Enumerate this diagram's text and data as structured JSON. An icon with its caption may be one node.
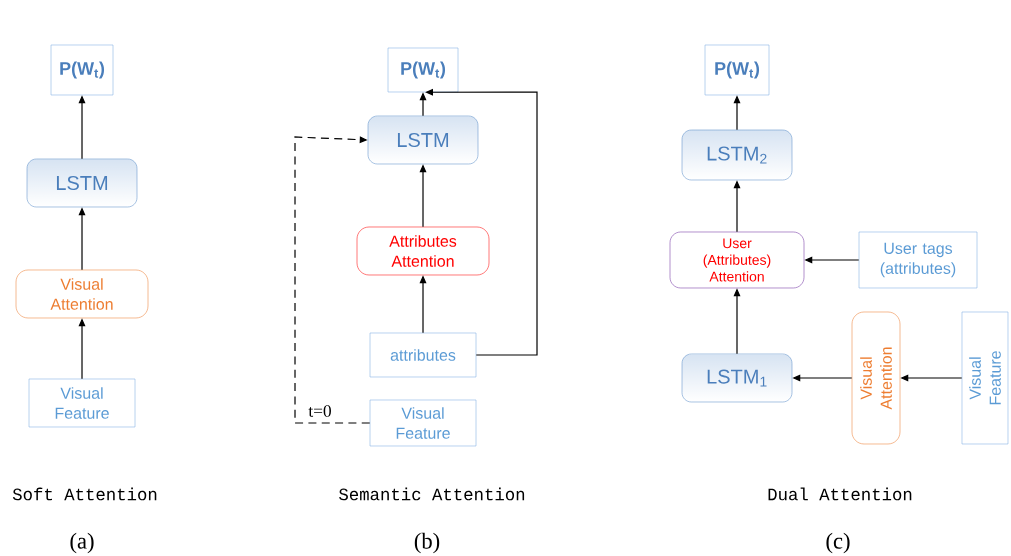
{
  "diagram": {
    "nodes": [
      {
        "text": [
          "P(W$_{t}$)"
        ]
      },
      {
        "text": [
          "LSTM"
        ]
      },
      {
        "text": [
          "Visual Attention"
        ]
      },
      {
        "text": [
          "Visual Feature"
        ]
      },
      {
        "text": [
          "P(W$_{t}$)"
        ]
      },
      {
        "text": [
          "LSTM"
        ]
      },
      {
        "text": [
          "Attributes Attention"
        ]
      },
      {
        "text": [
          "attributes"
        ]
      },
      {
        "text": [
          "Visual Feature"
        ]
      },
      {
        "text": [
          "P(W$_{t}$)"
        ]
      },
      {
        "text": [
          "LSTM$_{2}$"
        ]
      },
      {
        "text": [
          "User (Attributes) Attention"
        ]
      },
      {
        "text": [
          "User tags (attributes)"
        ]
      },
      {
        "text": [
          "LSTM$_{1}$"
        ]
      },
      {
        "text": [
          "Visual Attention"
        ]
      },
      {
        "text": [
          "Visual Feature"
        ]
      }
    ],
    "edges": [
      {
        "from": 3,
        "to": 2,
        "arrow": "to"
      },
      {
        "from": 2,
        "to": 1,
        "arrow": "to"
      },
      {
        "from": 1,
        "to": 0,
        "arrow": "to"
      },
      {
        "from": 5,
        "to": 4,
        "arrow": "to"
      },
      {
        "from": 6,
        "to": 5,
        "arrow": "to"
      },
      {
        "from": 7,
        "to": 6,
        "arrow": "to"
      },
      {
        "from": 7,
        "to": 4,
        "arrow": "to"
      },
      {
        "from": 8,
        "to": 5,
        "arrow": "to",
        "style": "dashed",
        "label": "t=0"
      },
      {
        "from": 10,
        "to": 9,
        "arrow": "to"
      },
      {
        "from": 11,
        "to": 10,
        "arrow": "to"
      },
      {
        "from": 12,
        "to": 11,
        "arrow": "to"
      },
      {
        "from": 13,
        "to": 11,
        "arrow": "to"
      },
      {
        "from": 14,
        "to": 13,
        "arrow": "to"
      },
      {
        "from": 15,
        "to": 14,
        "arrow": "to"
      }
    ],
    "labels": [
      "Soft Attention",
      "Semantic Attention",
      "Dual Attention",
      "(a)",
      "(b)",
      "(c)"
    ]
  }
}
